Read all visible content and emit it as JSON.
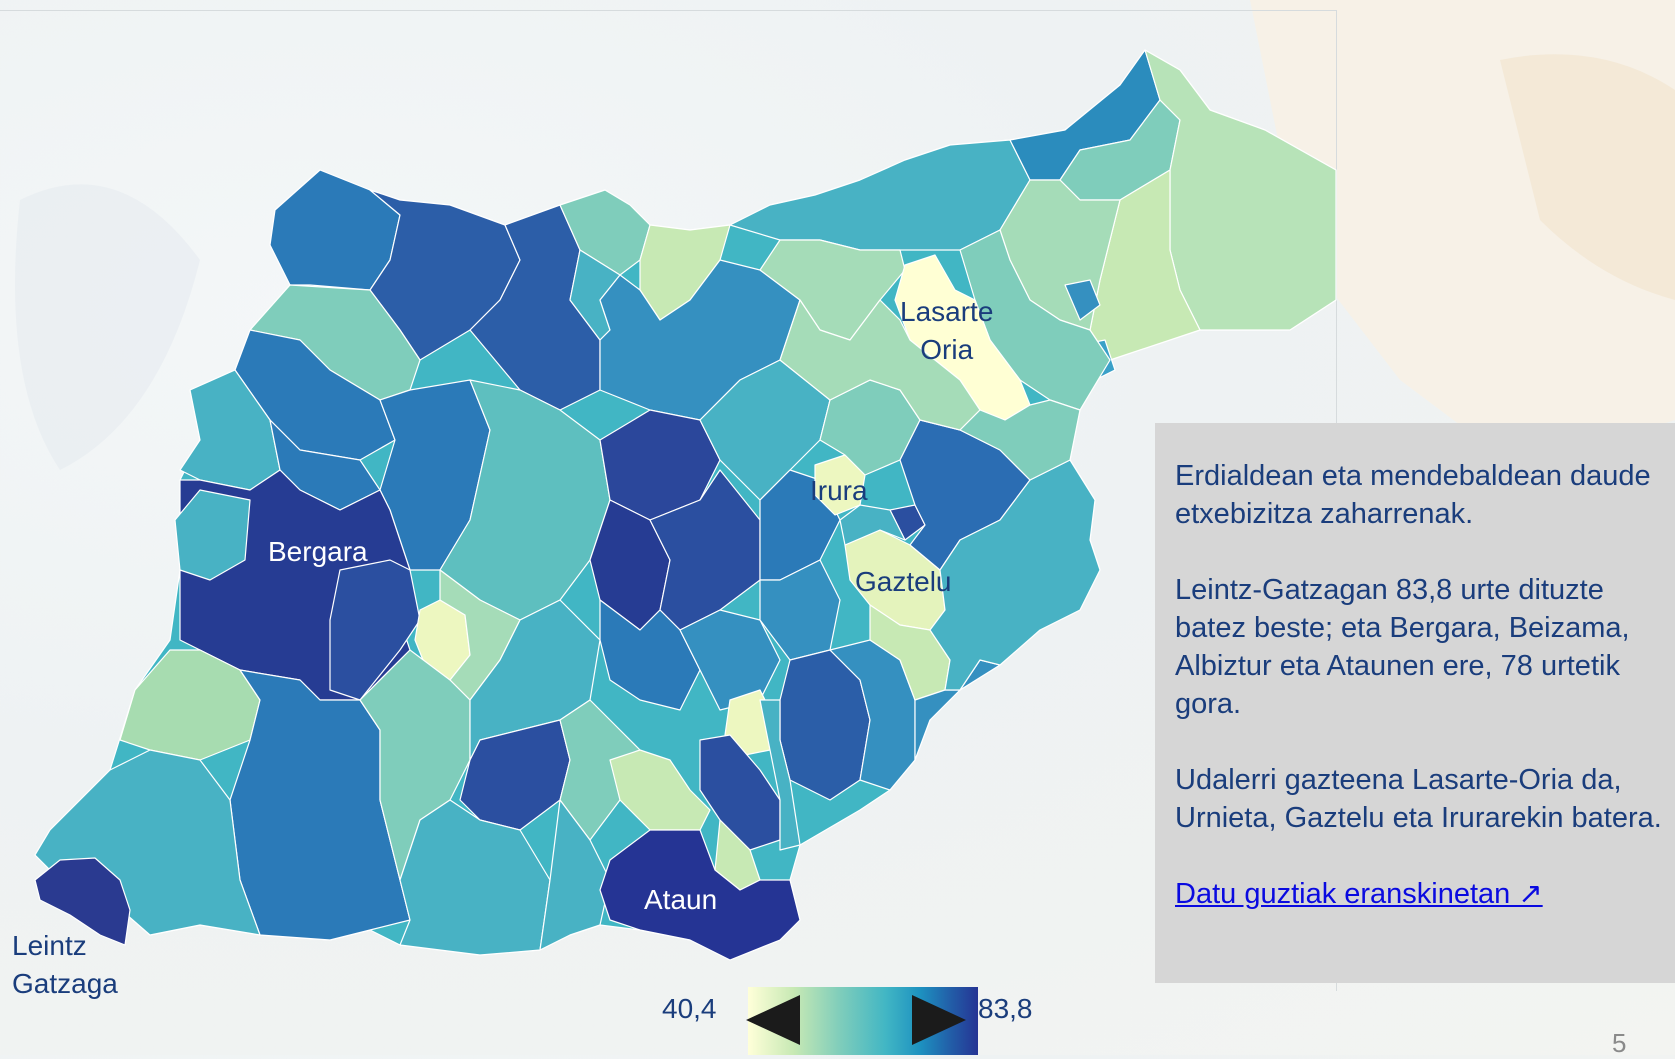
{
  "map": {
    "labels": {
      "lasarte": "Lasarte\nOria",
      "irura": "Irura",
      "bergara": "Bergara",
      "gaztelu": "Gaztelu",
      "ataun": "Ataun",
      "leintz": "Leintz\nGatzaga"
    },
    "legend": {
      "min": "40,4",
      "max": "83,8"
    },
    "colors": [
      "#ffffd9",
      "#c7e9b4",
      "#7fcdbb",
      "#41b6c4",
      "#1d91c0",
      "#225ea8",
      "#253494"
    ]
  },
  "info": {
    "p1": "Erdialdean eta mendebaldean daude etxebizitza zaharrenak.",
    "p2": "Leintz-Gatzagan 83,8 urte dituzte batez beste; eta Bergara, Beizama, Albiztur eta Ataunen ere, 78 urtetik gora.",
    "p3": "Udalerri gazteena Lasarte-Oria da, Urnieta, Gaztelu eta Irurarekin batera.",
    "link": "Datu guztiak eranskinetan ↗"
  },
  "page": {
    "number": "5"
  }
}
